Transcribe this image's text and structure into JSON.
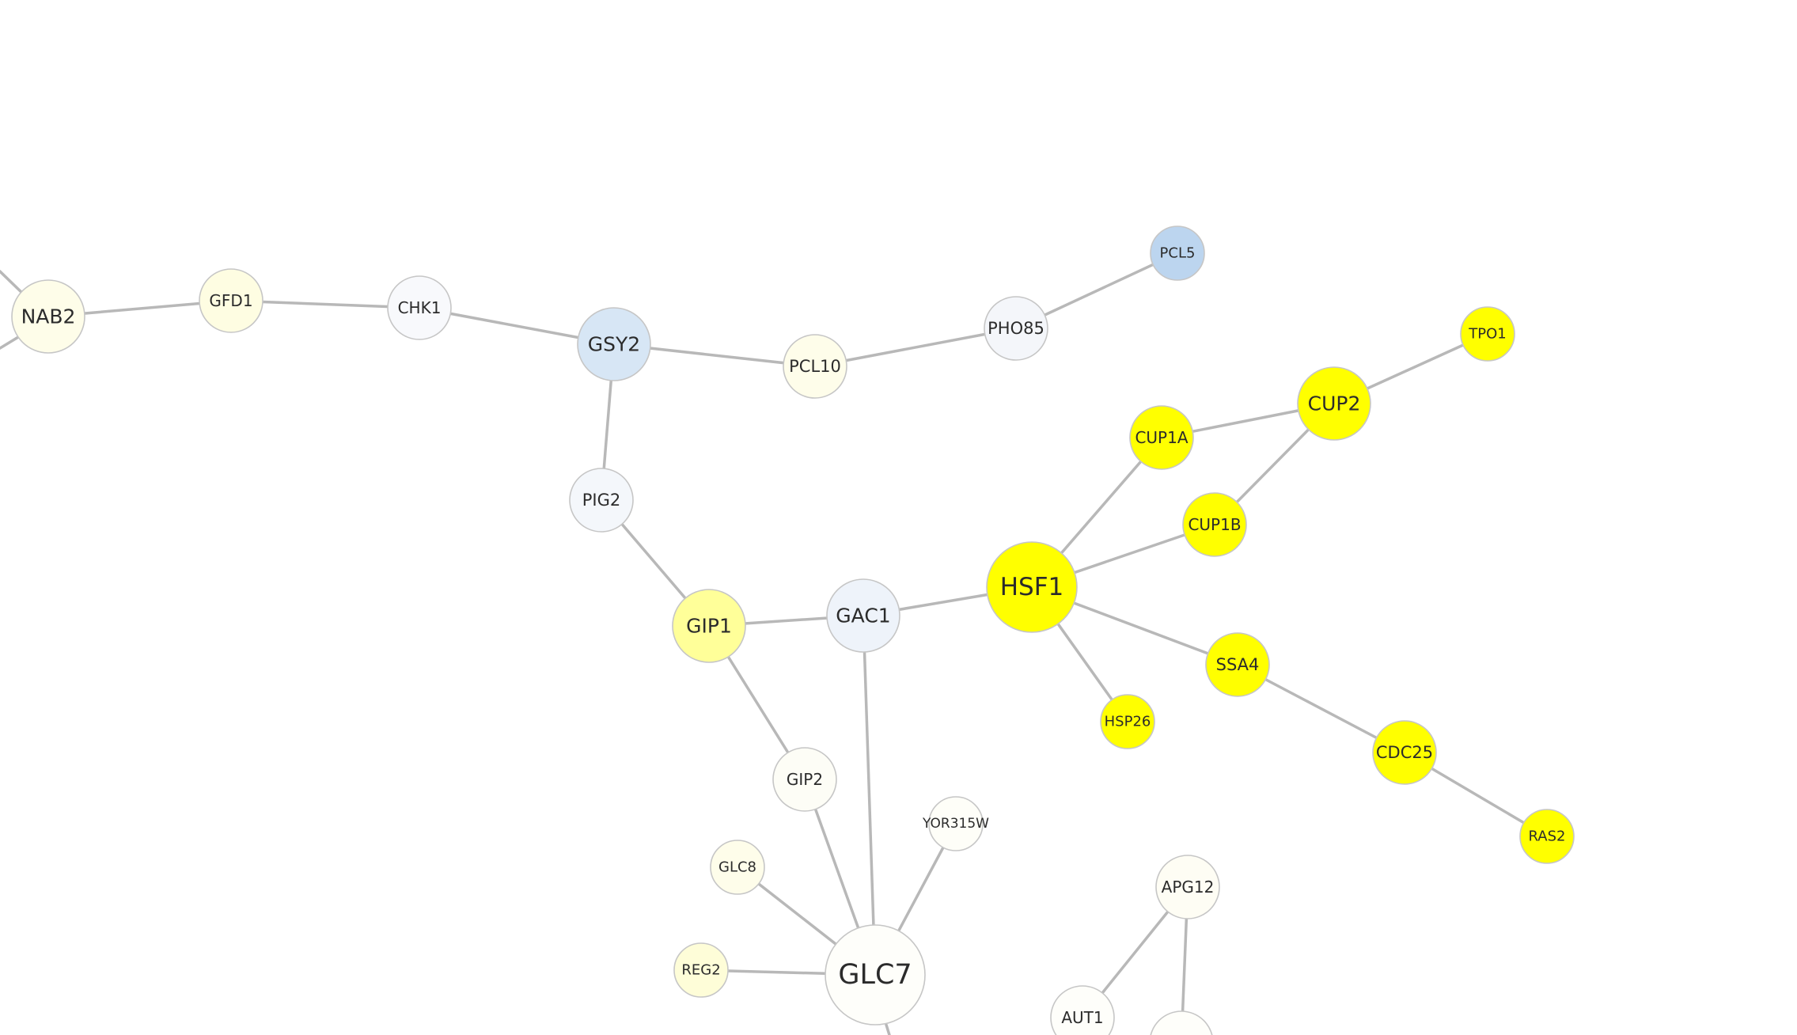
{
  "network": {
    "nodes": [
      {
        "id": "NAB2",
        "label": "NAB2",
        "color": "#fefde9"
      },
      {
        "id": "GFD1",
        "label": "GFD1",
        "color": "#fefde2"
      },
      {
        "id": "CHK1",
        "label": "CHK1",
        "color": "#f8f9fc"
      },
      {
        "id": "GSY2",
        "label": "GSY2",
        "color": "#d7e6f5"
      },
      {
        "id": "PCL10",
        "label": "PCL10",
        "color": "#fefdea"
      },
      {
        "id": "PHO85",
        "label": "PHO85",
        "color": "#f4f6fa"
      },
      {
        "id": "PCL5",
        "label": "PCL5",
        "color": "#bcd5ef"
      },
      {
        "id": "TPO1",
        "label": "TPO1",
        "color": "#ffff00"
      },
      {
        "id": "CUP2",
        "label": "CUP2",
        "color": "#ffff00"
      },
      {
        "id": "CUP1A",
        "label": "CUP1A",
        "color": "#ffff00"
      },
      {
        "id": "CUP1B",
        "label": "CUP1B",
        "color": "#ffff00"
      },
      {
        "id": "PIG2",
        "label": "PIG2",
        "color": "#f4f7fb"
      },
      {
        "id": "HSF1",
        "label": "HSF1",
        "color": "#ffff00"
      },
      {
        "id": "GIP1",
        "label": "GIP1",
        "color": "#ffff99"
      },
      {
        "id": "GAC1",
        "label": "GAC1",
        "color": "#eef3fa"
      },
      {
        "id": "SSA4",
        "label": "SSA4",
        "color": "#ffff00"
      },
      {
        "id": "HSP26",
        "label": "HSP26",
        "color": "#ffff00"
      },
      {
        "id": "CDC25",
        "label": "CDC25",
        "color": "#ffff00"
      },
      {
        "id": "RAS2",
        "label": "RAS2",
        "color": "#ffff00"
      },
      {
        "id": "GIP2",
        "label": "GIP2",
        "color": "#fdfdf6"
      },
      {
        "id": "YOR315W",
        "label": "YOR315W",
        "color": "#fefef8"
      },
      {
        "id": "GLC8",
        "label": "GLC8",
        "color": "#fefdea"
      },
      {
        "id": "APG12",
        "label": "APG12",
        "color": "#fefdf4"
      },
      {
        "id": "REG2",
        "label": "REG2",
        "color": "#fefdd8"
      },
      {
        "id": "GLC7",
        "label": "GLC7",
        "color": "#fefefa"
      },
      {
        "id": "AUT1",
        "label": "AUT1",
        "color": "#fefefa"
      },
      {
        "id": "APG_PARTIAL",
        "label": "",
        "color": "#fefefa"
      }
    ],
    "edges": [
      [
        "NAB2",
        "GFD1"
      ],
      [
        "GFD1",
        "CHK1"
      ],
      [
        "CHK1",
        "GSY2"
      ],
      [
        "GSY2",
        "PCL10"
      ],
      [
        "PCL10",
        "PHO85"
      ],
      [
        "PHO85",
        "PCL5"
      ],
      [
        "GSY2",
        "PIG2"
      ],
      [
        "PIG2",
        "GIP1"
      ],
      [
        "GIP1",
        "GAC1"
      ],
      [
        "GAC1",
        "HSF1"
      ],
      [
        "HSF1",
        "CUP1A"
      ],
      [
        "CUP1A",
        "CUP2"
      ],
      [
        "CUP2",
        "TPO1"
      ],
      [
        "CUP2",
        "CUP1B"
      ],
      [
        "HSF1",
        "CUP1B"
      ],
      [
        "HSF1",
        "SSA4"
      ],
      [
        "HSF1",
        "HSP26"
      ],
      [
        "SSA4",
        "CDC25"
      ],
      [
        "CDC25",
        "RAS2"
      ],
      [
        "GIP1",
        "GIP2"
      ],
      [
        "GIP2",
        "GLC7"
      ],
      [
        "GAC1",
        "GLC7"
      ],
      [
        "YOR315W",
        "GLC7"
      ],
      [
        "GLC8",
        "GLC7"
      ],
      [
        "REG2",
        "GLC7"
      ],
      [
        "APG12",
        "AUT1"
      ],
      [
        "APG12",
        "APG_PARTIAL"
      ]
    ]
  }
}
